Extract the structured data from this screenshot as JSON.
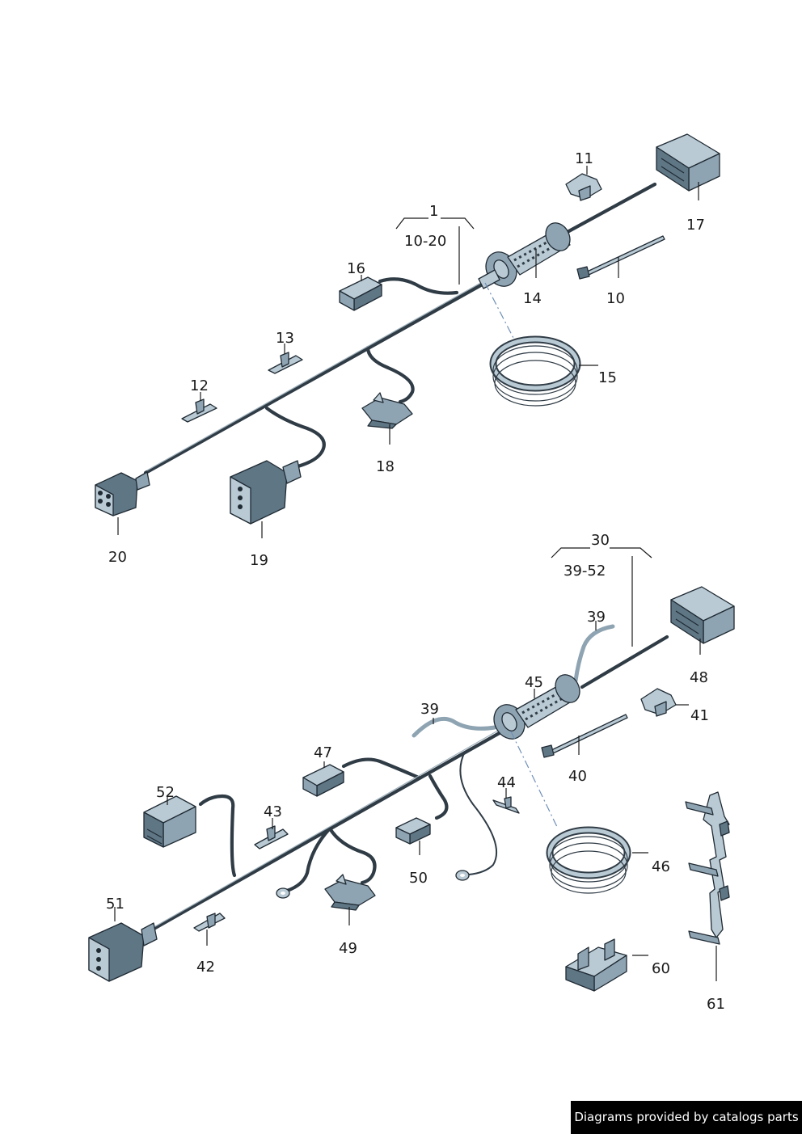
{
  "labels": {
    "l1": "1",
    "l10_20": "10-20",
    "l10": "10",
    "l11": "11",
    "l12": "12",
    "l13": "13",
    "l14": "14",
    "l15": "15",
    "l16": "16",
    "l17": "17",
    "l18": "18",
    "l19": "19",
    "l20": "20",
    "l30": "30",
    "l39_52": "39-52",
    "l39a": "39",
    "l39b": "39",
    "l40": "40",
    "l41": "41",
    "l42": "42",
    "l43": "43",
    "l44": "44",
    "l45": "45",
    "l46": "46",
    "l47": "47",
    "l48": "48",
    "l49": "49",
    "l50": "50",
    "l51": "51",
    "l52": "52",
    "l60": "60",
    "l61": "61"
  },
  "credit": "Diagrams provided by catalogs parts",
  "colors": {
    "cable": "#2f3b45",
    "part_light": "#b9cad4",
    "part_mid": "#8fa4b2",
    "part_dark": "#5f7685",
    "dash_line": "#6f8fb8"
  }
}
